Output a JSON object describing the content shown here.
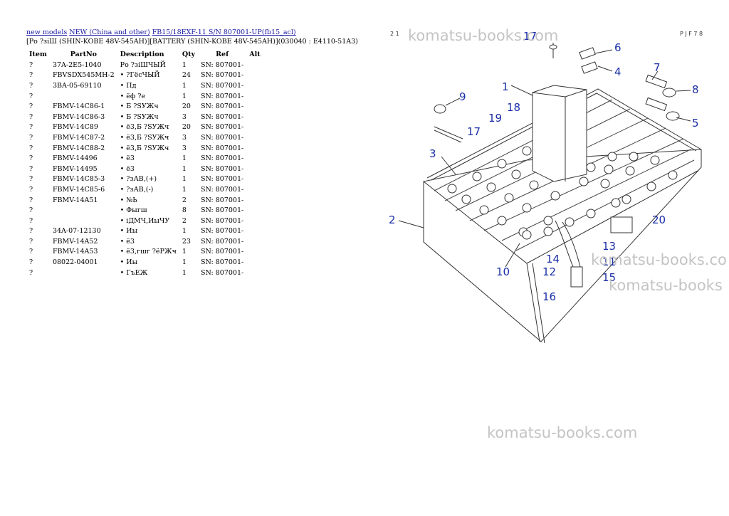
{
  "breadcrumb": {
    "links": [
      "new models",
      "NEW (China and other)",
      "FB15/18EXF-11 S/N  807001-UP(fb15_acl)"
    ]
  },
  "subtitle": "[Ро ?зiШ (SHIN-KOBE 48V-545AH)][BATTERY (SHIN-KOBE 48V-545AH)](030040 : E4110-51A3)",
  "table": {
    "headers": [
      "Item",
      "PartNo",
      "Description",
      "Qty",
      "Ref",
      "Alt"
    ],
    "rows": [
      {
        "item": "?",
        "part": "37A-2E5-1040",
        "desc": "Ро ?зiШЧЫЙ",
        "qty": "1",
        "ref": "SN: 807001-"
      },
      {
        "item": "?",
        "part": "FBVSDX545MH-2",
        "desc": "• ?ГёсЧЫЙ",
        "qty": "24",
        "ref": "SN: 807001-"
      },
      {
        "item": "?",
        "part": "3BA-05-69110",
        "desc": "• Пд",
        "qty": "1",
        "ref": "SN: 807001-"
      },
      {
        "item": "?",
        "part": "",
        "desc": "• ёф ?е",
        "qty": "1",
        "ref": "SN: 807001-"
      },
      {
        "item": "?",
        "part": "FBMV-14C86-1",
        "desc": "• Б ?SУЖч",
        "qty": "20",
        "ref": "SN: 807001-"
      },
      {
        "item": "?",
        "part": "FBMV-14C86-3",
        "desc": "• Б ?SУЖч",
        "qty": "3",
        "ref": "SN: 807001-"
      },
      {
        "item": "?",
        "part": "FBMV-14C89",
        "desc": "• ё3,Б ?SУЖч",
        "qty": "20",
        "ref": "SN: 807001-"
      },
      {
        "item": "?",
        "part": "FBMV-14C87-2",
        "desc": "• ё3,Б ?SУЖч",
        "qty": "3",
        "ref": "SN: 807001-"
      },
      {
        "item": "?",
        "part": "FBMV-14C88-2",
        "desc": "• ё3,Б ?SУЖч",
        "qty": "3",
        "ref": "SN: 807001-"
      },
      {
        "item": "?",
        "part": "FBMV-14496",
        "desc": "• ё3",
        "qty": "1",
        "ref": "SN: 807001-"
      },
      {
        "item": "?",
        "part": "FBMV-14495",
        "desc": "• ё3",
        "qty": "1",
        "ref": "SN: 807001-"
      },
      {
        "item": "?",
        "part": "FBMV-14C85-3",
        "desc": "• ?зАВ,(+)",
        "qty": "1",
        "ref": "SN: 807001-"
      },
      {
        "item": "?",
        "part": "FBMV-14C85-6",
        "desc": "• ?зАВ,(-)",
        "qty": "1",
        "ref": "SN: 807001-"
      },
      {
        "item": "?",
        "part": "FBMV-14A51",
        "desc": "• №Ь",
        "qty": "2",
        "ref": "SN: 807001-"
      },
      {
        "item": "?",
        "part": "",
        "desc": "• Фыгш",
        "qty": "8",
        "ref": "SN: 807001-"
      },
      {
        "item": "?",
        "part": "",
        "desc": "• іДМЧ,ИыЧУ",
        "qty": "2",
        "ref": "SN: 807001-"
      },
      {
        "item": "?",
        "part": "34A-07-12130",
        "desc": "• Иы",
        "qty": "1",
        "ref": "SN: 807001-"
      },
      {
        "item": "?",
        "part": "FBMV-14A52",
        "desc": "• ё3",
        "qty": "23",
        "ref": "SN: 807001-"
      },
      {
        "item": "?",
        "part": "FBMV-14A53",
        "desc": "• ё3,гшг ?ёРЖч",
        "qty": "1",
        "ref": "SN: 807001-"
      },
      {
        "item": "?",
        "part": "08022-04001",
        "desc": "• Иы",
        "qty": "1",
        "ref": "SN: 807001-"
      },
      {
        "item": "?",
        "part": "",
        "desc": "• ГъЕЖ",
        "qty": "1",
        "ref": "SN: 807001-"
      }
    ]
  },
  "diagram": {
    "corner_left": "2 1",
    "corner_right": "P J F 7 8",
    "callouts": [
      "1",
      "2",
      "3",
      "4",
      "5",
      "6",
      "7",
      "8",
      "9",
      "10",
      "11",
      "12",
      "13",
      "14",
      "15",
      "16",
      "17",
      "17",
      "18",
      "19",
      "20"
    ]
  },
  "watermarks": [
    "komatsu-books.com",
    "komatsu-books.co",
    "komatsu-books",
    "komatsu-books.com"
  ],
  "colors": {
    "link": "#1a1aa6",
    "callout": "#1b2fa8",
    "watermark": "#c4c4c4"
  }
}
